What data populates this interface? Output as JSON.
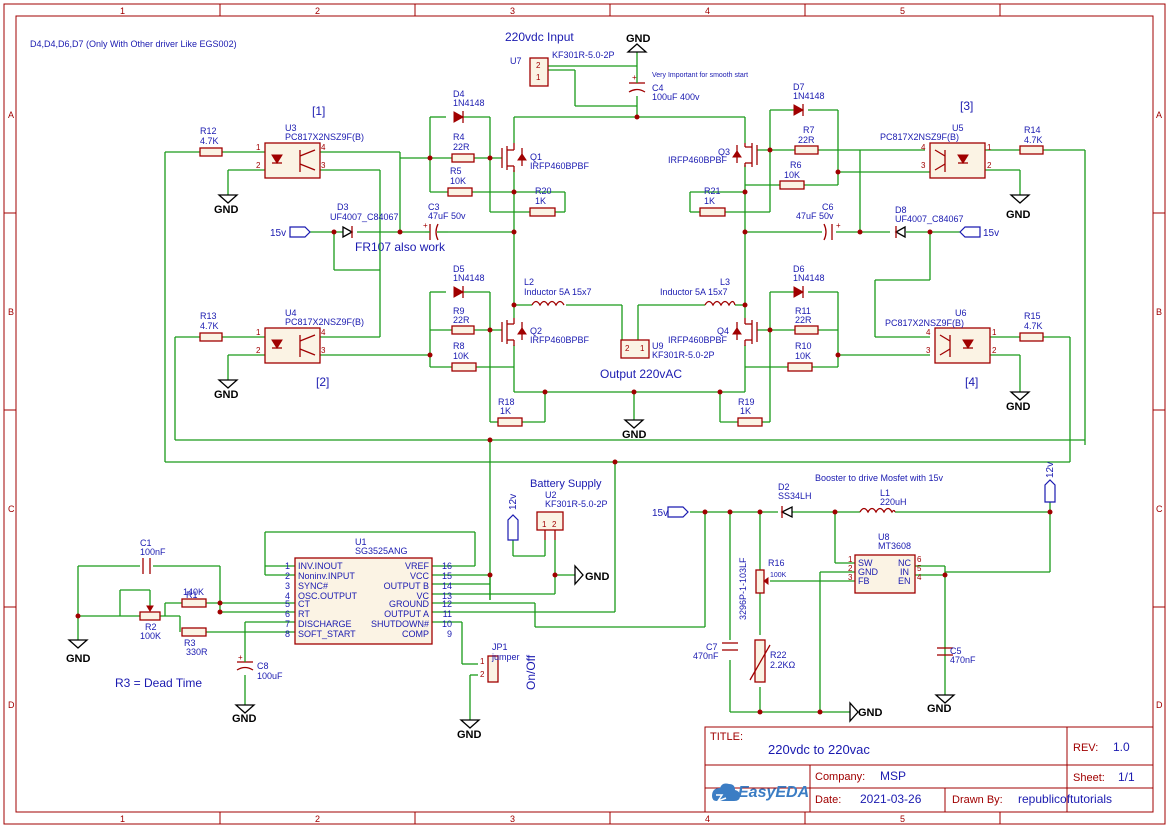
{
  "frame": {
    "cols": [
      "1",
      "2",
      "3",
      "4",
      "5"
    ],
    "rows": [
      "A",
      "B",
      "C",
      "D"
    ]
  },
  "notes": {
    "top_left": "D4,D4,D6,D7 (Only With Other driver Like EGS002)",
    "input_title": "220vdc Input",
    "very_important": "Very Important for smooth start",
    "output": "Output 220vAC",
    "fr107": "FR107 also work",
    "battery": "Battery Supply",
    "booster": "Booster to drive Mosfet with 15v",
    "dead_time": "R3 = Dead Time",
    "onoff": "On/Off",
    "sec1": "[1]",
    "sec2": "[2]",
    "sec3": "[3]",
    "sec4": "[4]"
  },
  "power": {
    "gnd": "GND",
    "v15": "15v",
    "v12": "12v"
  },
  "parts": {
    "u7": "U7",
    "u7v": "KF301R-5.0-2P",
    "c4": "C4",
    "c4v": "100uF 400v",
    "d4": "D4",
    "d4v": "1N4148",
    "r4": "R4",
    "r4v": "22R",
    "r5": "R5",
    "r5v": "10K",
    "q1": "Q1",
    "q1v": "IRFP460BPBF",
    "r20": "R20",
    "r20v": "1K",
    "r12": "R12",
    "r12v": "4.7K",
    "u3": "U3",
    "u3v": "PC817X2NSZ9F(B)",
    "d3": "D3",
    "d3v": "UF4007_C84067",
    "c3": "C3",
    "c3v": "47uF 50v",
    "d7": "D7",
    "d7v": "1N4148",
    "r7": "R7",
    "r7v": "22R",
    "r6": "R6",
    "r6v": "10K",
    "q3": "Q3",
    "q3v": "IRFP460BPBF",
    "r21": "R21",
    "r21v": "1K",
    "u5": "U5",
    "u5v": "PC817X2NSZ9F(B)",
    "r14": "R14",
    "r14v": "4.7K",
    "c6": "C6",
    "c6v": "47uF 50v",
    "d8": "D8",
    "d8v": "UF4007_C84067",
    "d5": "D5",
    "d5v": "1N4148",
    "l2": "L2",
    "l2v": "Inductor 5A 15x7",
    "l3": "L3",
    "l3v": "Inductor 5A 15x7",
    "d6": "D6",
    "d6v": "1N4148",
    "r13": "R13",
    "r13v": "4.7K",
    "u4": "U4",
    "u4v": "PC817X2NSZ9F(B)",
    "r9": "R9",
    "r9v": "22R",
    "r8": "R8",
    "r8v": "10K",
    "q2": "Q2",
    "q2v": "IRFP460BPBF",
    "u9": "U9",
    "u9v": "KF301R-5.0-2P",
    "q4": "Q4",
    "q4v": "IRFP460BPBF",
    "r11": "R11",
    "r11v": "22R",
    "r10": "R10",
    "r10v": "10K",
    "u6": "U6",
    "u6v": "PC817X2NSZ9F(B)",
    "r15": "R15",
    "r15v": "4.7K",
    "r18": "R18",
    "r18v": "1K",
    "r19": "R19",
    "r19v": "1K",
    "u2": "U2",
    "u2v": "KF301R-5.0-2P",
    "c1": "C1",
    "c1v": "100nF",
    "r1": "R1",
    "r1v": "140K",
    "r2": "R2",
    "r2v": "100K",
    "r3": "R3",
    "r3v": "330R",
    "c8": "C8",
    "c8v": "100uF",
    "u1": "U1",
    "u1v": "SG3525ANG",
    "jp1": "JP1",
    "jp1v": "jumper",
    "d2": "D2",
    "d2v": "SS34LH",
    "l1": "L1",
    "l1v": "220uH",
    "u8": "U8",
    "u8v": "MT3608",
    "r16": "R16",
    "r16v": "100K",
    "r16p": "3296P-1-103LF",
    "c7": "C7",
    "c7v": "470nF",
    "r22": "R22",
    "r22v": "2.2KΩ",
    "c5": "C5",
    "c5v": "470nF"
  },
  "u1_pins_left": [
    {
      "n": "1",
      "name": "INV.INOUT"
    },
    {
      "n": "2",
      "name": "Noninv.INPUT"
    },
    {
      "n": "3",
      "name": "SYNC#"
    },
    {
      "n": "4",
      "name": "OSC.OUTPUT"
    },
    {
      "n": "5",
      "name": "CT"
    },
    {
      "n": "6",
      "name": "RT"
    },
    {
      "n": "7",
      "name": "DISCHARGE"
    },
    {
      "n": "8",
      "name": "SOFT_START"
    }
  ],
  "u1_pins_right": [
    {
      "n": "16",
      "name": "VREF"
    },
    {
      "n": "15",
      "name": "VCC"
    },
    {
      "n": "14",
      "name": "OUTPUT B"
    },
    {
      "n": "13",
      "name": "VC"
    },
    {
      "n": "12",
      "name": "GROUND"
    },
    {
      "n": "11",
      "name": "OUTPUT A"
    },
    {
      "n": "10",
      "name": "SHUTDOWN#"
    },
    {
      "n": "9",
      "name": "COMP"
    }
  ],
  "u8_pins": {
    "sw": "SW",
    "gnd": "GND",
    "fb": "FB",
    "nc": "NC",
    "in": "IN",
    "en": "EN"
  },
  "title_block": {
    "title_label": "TITLE:",
    "title": "220vdc to 220vac",
    "rev_label": "REV:",
    "rev": "1.0",
    "company_label": "Company:",
    "company": "MSP",
    "sheet_label": "Sheet:",
    "sheet": "1/1",
    "date_label": "Date:",
    "date": "2021-03-26",
    "drawn_label": "Drawn By:",
    "drawn": "republicoftutorials",
    "logo": "EasyEDA"
  }
}
